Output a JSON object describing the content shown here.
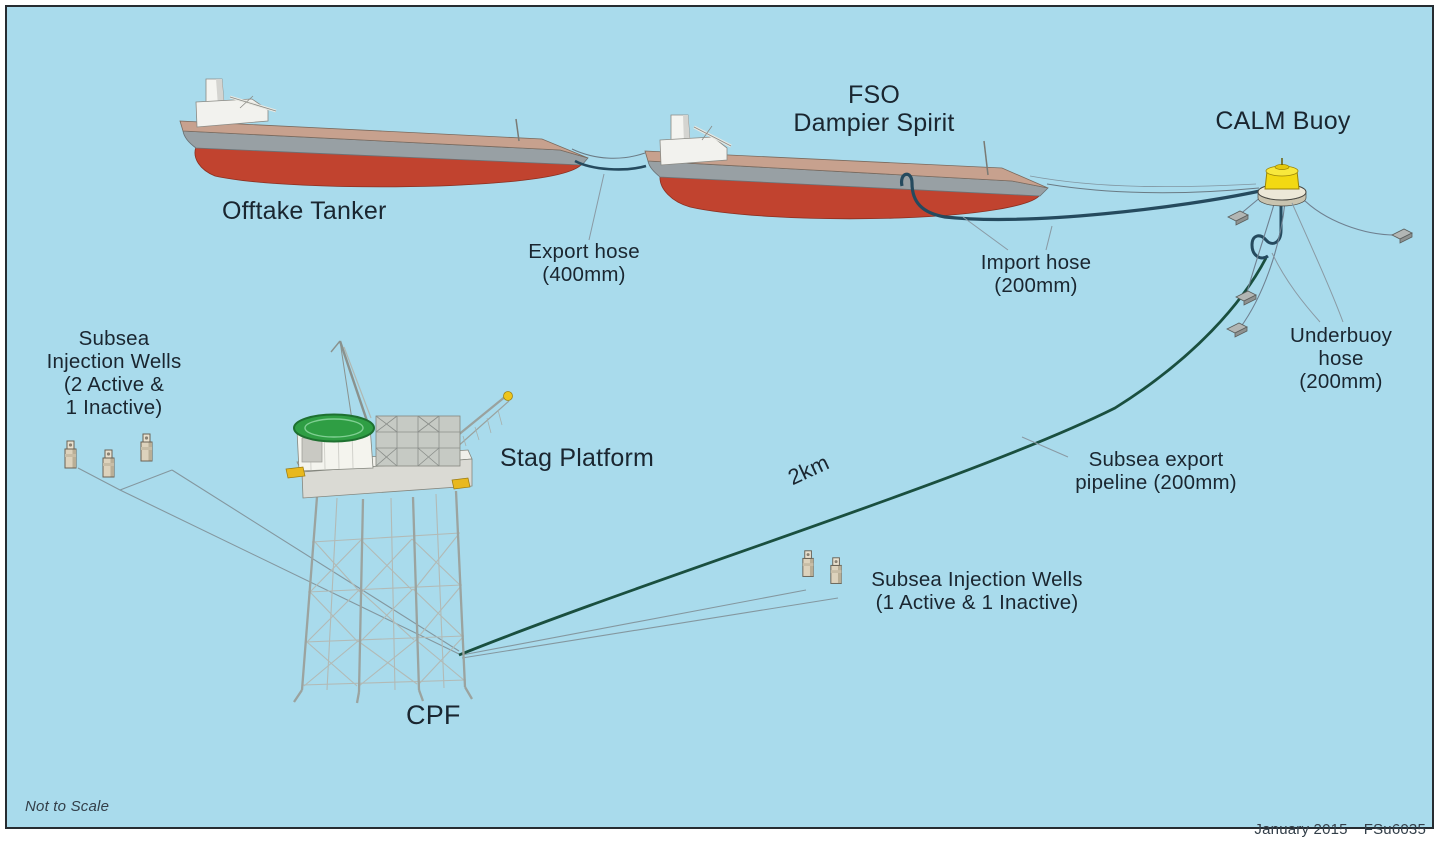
{
  "diagram": {
    "subject": "Stag field offshore layout schematic",
    "labels": {
      "offtake_tanker": "Offtake Tanker",
      "fso": "FSO\nDampier Spirit",
      "calm_buoy": "CALM Buoy",
      "export_hose": "Export hose\n(400mm)",
      "import_hose": "Import hose\n(200mm)",
      "underbuoy_hose": "Underbuoy\nhose\n(200mm)",
      "subsea_wells_left": "Subsea\nInjection Wells\n(2 Active &\n1 Inactive)",
      "stag_platform": "Stag Platform",
      "distance": "2km",
      "subsea_pipeline": "Subsea export\npipeline (200mm)",
      "subsea_wells_mid": "Subsea Injection Wells\n(1 Active & 1 Inactive)",
      "cpf": "CPF",
      "not_to_scale": "Not to Scale",
      "footer_date": "January 2015",
      "footer_ref": "FSu6035"
    },
    "colors": {
      "sea": "#a9dbec",
      "hull_red": "#c1432f",
      "hull_grey": "#98a0a4",
      "deck_tan": "#c7a18e",
      "buoy_yellow": "#f2d912",
      "helipad_green": "#2f9e44",
      "pipeline_green": "#1a4f3f",
      "hose_navy": "#254a5e",
      "text": "#1a2630"
    }
  }
}
